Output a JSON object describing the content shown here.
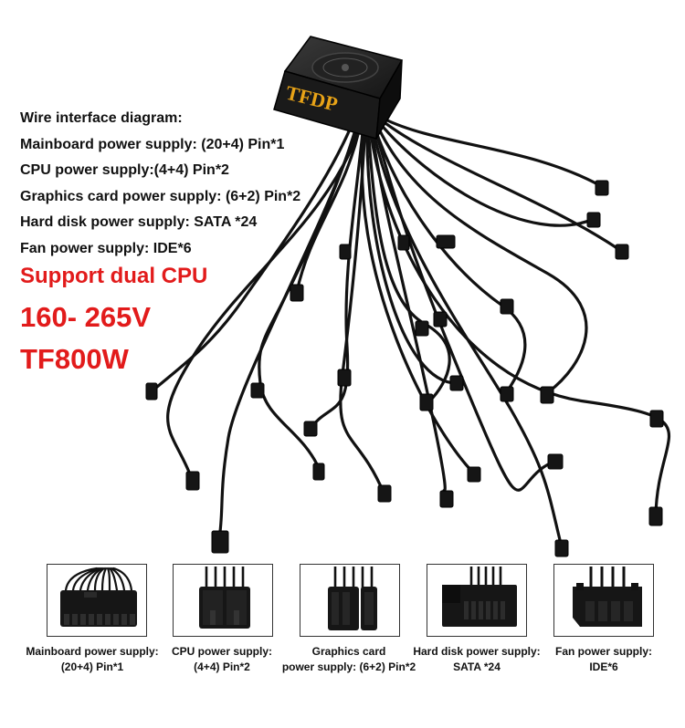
{
  "spec": {
    "heading": "Wire interface diagram:",
    "lines": [
      "Mainboard power supply: (20+4) Pin*1",
      "CPU power supply:(4+4) Pin*2",
      "Graphics card power supply: (6+2) Pin*2",
      "Hard disk power supply: SATA *24",
      "Fan power supply: IDE*6"
    ]
  },
  "highlights": {
    "dual_cpu": "Support dual CPU",
    "voltage": "160- 265V",
    "model": "TF800W"
  },
  "psu": {
    "logo": "TFDP"
  },
  "connectors": [
    {
      "icon": "atx-24pin-connector-icon",
      "caption_line1": "Mainboard power supply:",
      "caption_line2": "(20+4) Pin*1"
    },
    {
      "icon": "cpu-8pin-connector-icon",
      "caption_line1": "CPU power supply:",
      "caption_line2": "(4+4) Pin*2"
    },
    {
      "icon": "pcie-8pin-connector-icon",
      "caption_line1": "Graphics card",
      "caption_line2": "power supply: (6+2) Pin*2"
    },
    {
      "icon": "sata-connector-icon",
      "caption_line1": "Hard disk power supply:",
      "caption_line2": "SATA *24"
    },
    {
      "icon": "molex-ide-connector-icon",
      "caption_line1": "Fan power supply:",
      "caption_line2": "IDE*6"
    }
  ],
  "colors": {
    "highlight_red": "#e21b1b",
    "logo_gold": "#e8a317",
    "cable_black": "#111111"
  }
}
